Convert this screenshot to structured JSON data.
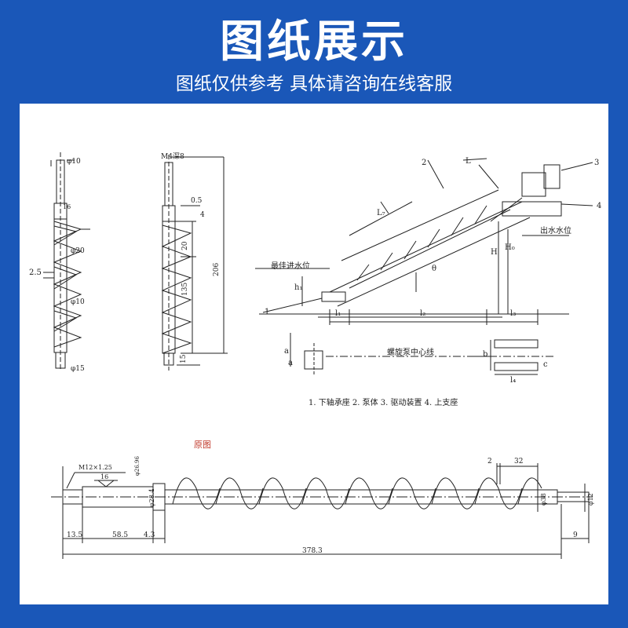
{
  "header": {
    "title": "图纸展示",
    "subtitle": "图纸仅供参考 具体请咨询在线客服"
  },
  "colors": {
    "banner": "#1a57b8",
    "line": "#222222",
    "red_label": "#c0392b"
  },
  "left_screw": {
    "top_dim": "φ10",
    "mid_dim": "φ20",
    "pitch_label": "2.5",
    "shaft_dim": "φ10",
    "bottom_dim": "φ15",
    "top_mark": "16"
  },
  "mid_screw": {
    "thread_label": "M4深8",
    "dim_a": "0.5",
    "dim_b": "4",
    "dim_c": "20",
    "dim_d": "135",
    "dim_e": "206",
    "dim_f": "15"
  },
  "schematic": {
    "num1": "1",
    "num2": "2",
    "num3": "3",
    "num4": "4",
    "best_inlet": "最佳进水位",
    "outlet": "出水水位",
    "L": "L",
    "Lt": "L₇",
    "H": "H",
    "H0": "H₀",
    "h1": "h₁",
    "l1": "l₁",
    "l2": "l₂",
    "l3": "l₃",
    "l4": "l₄",
    "theta": "θ",
    "center_line": "螺旋泵中心线",
    "a": "a",
    "b": "b",
    "c": "c",
    "d": "a",
    "legend": "1. 下轴承座   2. 泵体   3. 驱动装置   4. 上支座"
  },
  "bottom_drawing": {
    "original_label": "原图",
    "thread": "M12×1.25",
    "d16": "16",
    "d28": "φ28.4",
    "d38": "φ38",
    "d12": "φ12",
    "d2": "2",
    "d32": "32",
    "dim_135": "13.5",
    "dim_585": "58.5",
    "dim_43": "4.3",
    "dim_9": "9",
    "dim_total": "378.3",
    "small_dim": "φ26.96"
  }
}
